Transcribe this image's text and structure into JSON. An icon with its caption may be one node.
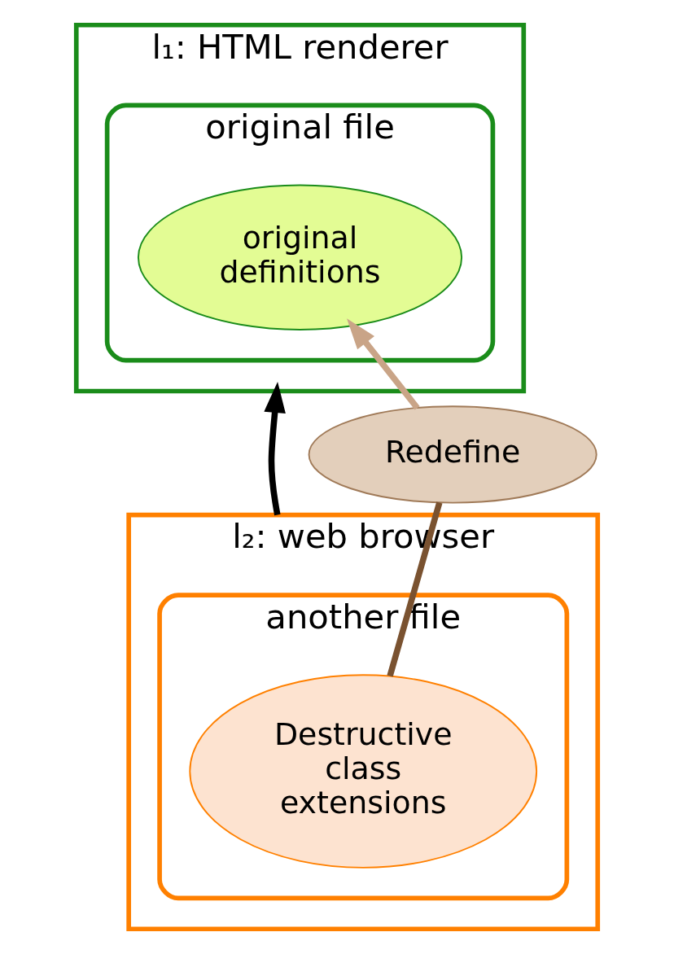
{
  "diagram": {
    "nodes": [
      {
        "text": [
          "l₁: HTML renderer"
        ]
      },
      {
        "text": [
          "original file"
        ],
        "in": 0
      },
      {
        "text": [
          "original definitions"
        ],
        "in": 1
      },
      {
        "text": [
          "Redefine"
        ]
      },
      {
        "text": [
          "l₂: web browser"
        ]
      },
      {
        "text": [
          "another file"
        ],
        "in": 4
      },
      {
        "text": [
          "Destructive class extensions"
        ],
        "in": 5
      }
    ],
    "edges": [
      {
        "from": 4,
        "to": 0,
        "arrow": "to",
        "color": "#000000"
      },
      {
        "from": 6,
        "to": 3,
        "arrow": "none",
        "color": "#7a5230"
      },
      {
        "from": 3,
        "to": 2,
        "arrow": "to",
        "color": "#c9a487"
      }
    ]
  }
}
